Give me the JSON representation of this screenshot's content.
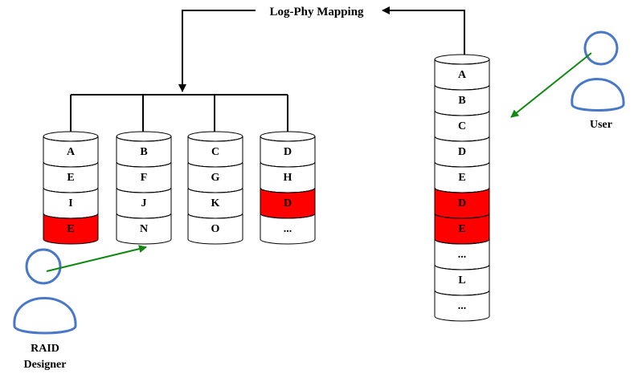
{
  "title": "Log-Phy Mapping",
  "colors": {
    "highlight": "#ff0000",
    "cylinder_fill": "#ffffff",
    "stroke": "#000000",
    "person_outline": "#4a78c8",
    "arrow_green": "#118811"
  },
  "disks": [
    {
      "id": "disk1",
      "blocks": [
        {
          "label": "A",
          "highlight": false
        },
        {
          "label": "E",
          "highlight": false
        },
        {
          "label": "I",
          "highlight": false
        },
        {
          "label": "E",
          "highlight": true
        }
      ]
    },
    {
      "id": "disk2",
      "blocks": [
        {
          "label": "B",
          "highlight": false
        },
        {
          "label": "F",
          "highlight": false
        },
        {
          "label": "J",
          "highlight": false
        },
        {
          "label": "N",
          "highlight": false
        }
      ]
    },
    {
      "id": "disk3",
      "blocks": [
        {
          "label": "C",
          "highlight": false
        },
        {
          "label": "G",
          "highlight": false
        },
        {
          "label": "K",
          "highlight": false
        },
        {
          "label": "O",
          "highlight": false
        }
      ]
    },
    {
      "id": "disk4",
      "blocks": [
        {
          "label": "D",
          "highlight": false
        },
        {
          "label": "H",
          "highlight": false
        },
        {
          "label": "D",
          "highlight": true
        },
        {
          "label": "...",
          "highlight": false
        }
      ]
    }
  ],
  "logical_disk": {
    "blocks": [
      {
        "label": "A",
        "highlight": false
      },
      {
        "label": "B",
        "highlight": false
      },
      {
        "label": "C",
        "highlight": false
      },
      {
        "label": "D",
        "highlight": false
      },
      {
        "label": "E",
        "highlight": false
      },
      {
        "label": "D",
        "highlight": true
      },
      {
        "label": "E",
        "highlight": true
      },
      {
        "label": "...",
        "highlight": false
      },
      {
        "label": "L",
        "highlight": false
      },
      {
        "label": "...",
        "highlight": false
      }
    ]
  },
  "actors": {
    "user": {
      "label": "User"
    },
    "designer": {
      "label_line1": "RAID",
      "label_line2": "Designer"
    }
  },
  "icons": {
    "user": "person-icon",
    "designer": "person-icon"
  }
}
